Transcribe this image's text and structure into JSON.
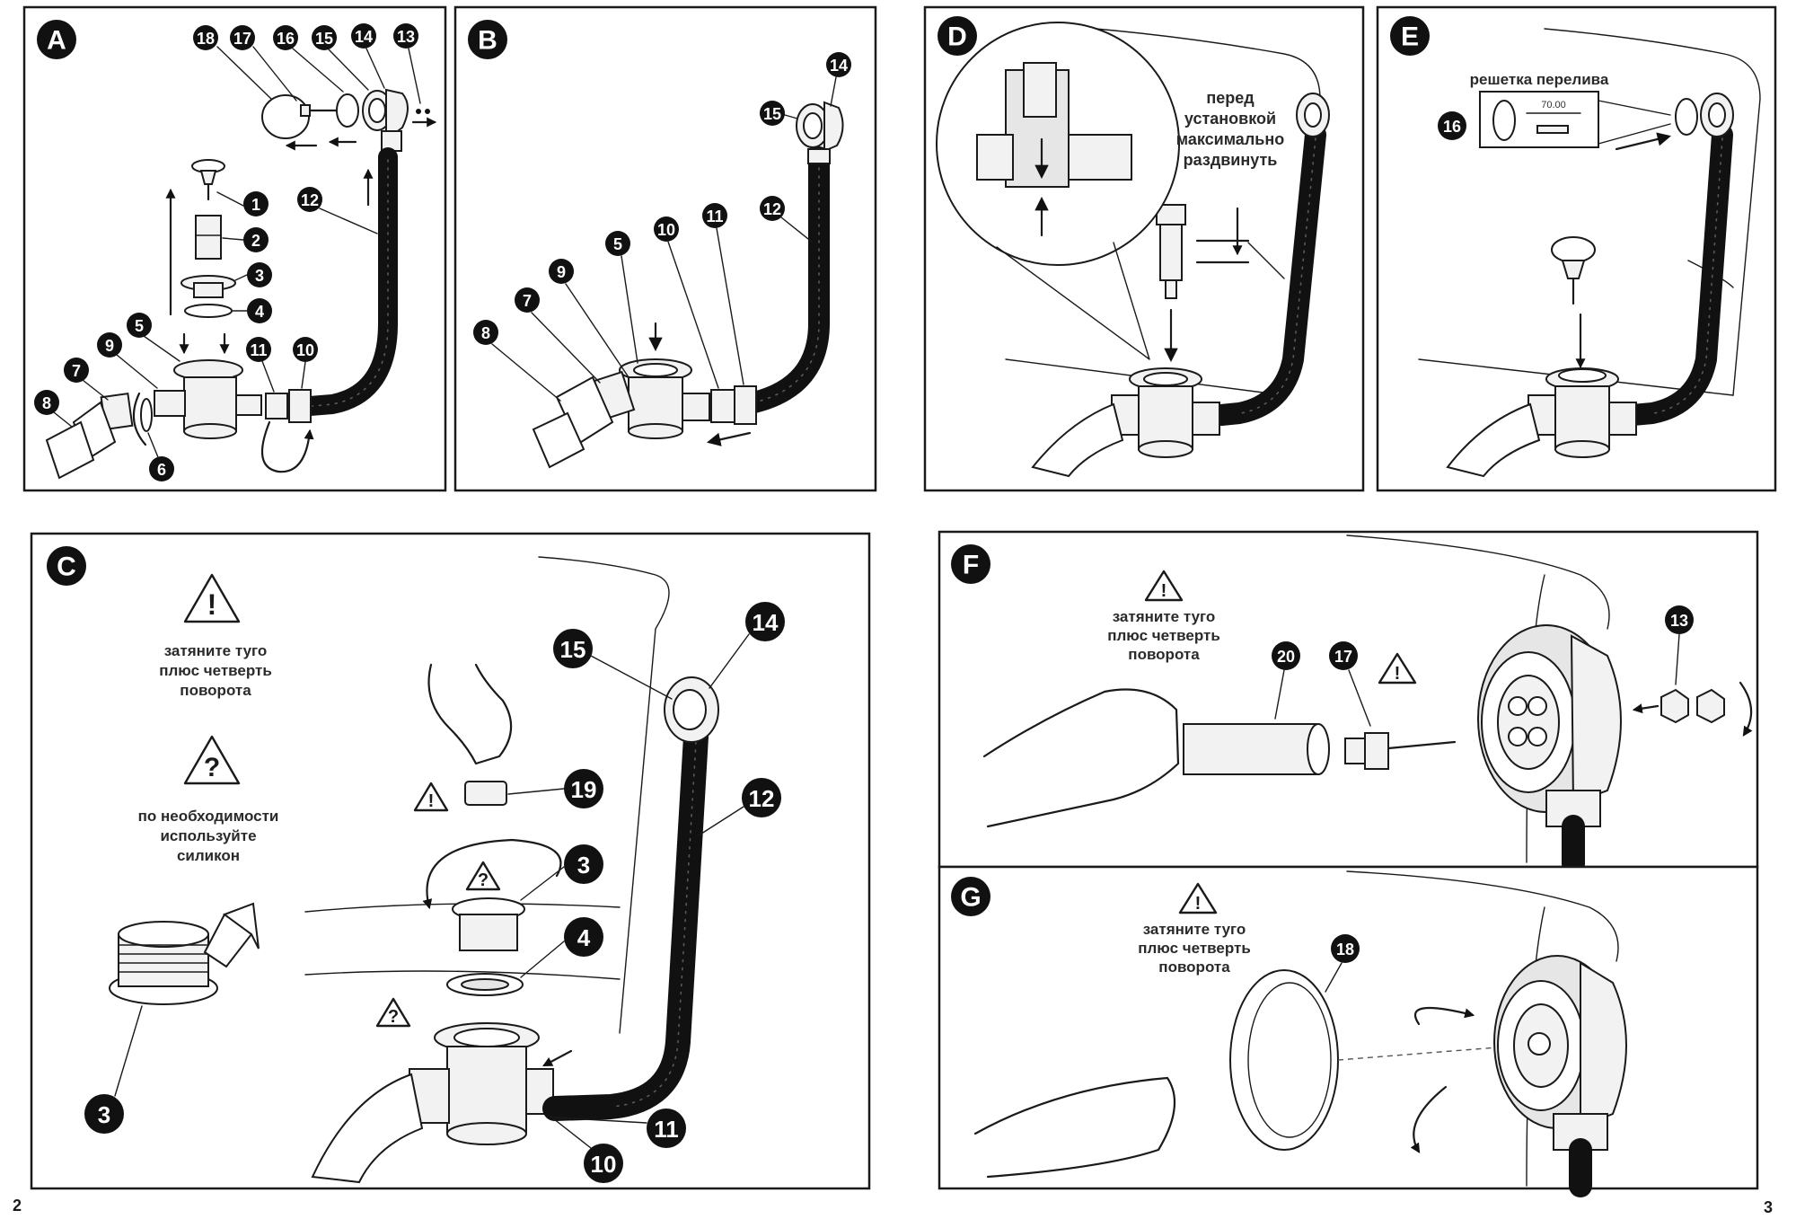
{
  "panels": [
    {
      "id": "A",
      "letter": "A"
    },
    {
      "id": "B",
      "letter": "B"
    },
    {
      "id": "C",
      "letter": "C"
    },
    {
      "id": "D",
      "letter": "D"
    },
    {
      "id": "E",
      "letter": "E"
    },
    {
      "id": "F",
      "letter": "F"
    },
    {
      "id": "G",
      "letter": "G"
    }
  ],
  "labels": {
    "n1": "1",
    "n2": "2",
    "n3": "3",
    "n4": "4",
    "n5": "5",
    "n6": "6",
    "n7": "7",
    "n8": "8",
    "n9": "9",
    "n10": "10",
    "n11": "11",
    "n12": "12",
    "n13": "13",
    "n14": "14",
    "n15": "15",
    "n16": "16",
    "n17": "17",
    "n18": "18",
    "n19": "19",
    "n20": "20"
  },
  "notes": {
    "tighten_line1": "затяните туго",
    "tighten_line2": "плюс четверть",
    "tighten_line3": "поворота",
    "silicone_line1": "по необходимости",
    "silicone_line2": "используйте",
    "silicone_line3": "силикон",
    "extend_line1": "перед",
    "extend_line2": "установкой",
    "extend_line3": "максимально",
    "extend_line4": "раздвинуть",
    "overflow_grid": "решетка  перелива",
    "dimension": "70.00"
  },
  "warning_glyphs": {
    "exclamation": "!",
    "question": "?"
  },
  "page_numbers": {
    "left": "2",
    "right": "3"
  }
}
